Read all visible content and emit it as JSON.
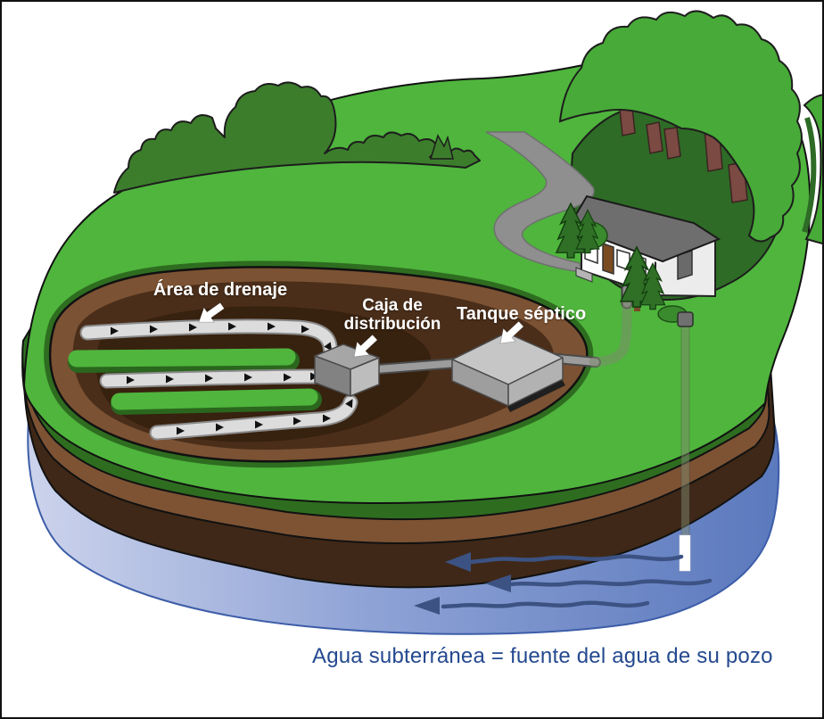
{
  "scene": {
    "labels": {
      "drain_field": "Área de drenaje",
      "distribution_box": "Caja de distribución",
      "septic_tank": "Tanque séptico"
    },
    "caption": "Agua subterránea = fuente del agua de su pozo",
    "icons": {
      "flow_arrow": "black right-pointing triangle on drain pipes",
      "groundwater_arrow": "dark blue wavy left-pointing arrow",
      "label_arrow": "white pointer arrow"
    },
    "colors": {
      "grass": "#4fb53d",
      "grass_edge_dark": "#2e6d20",
      "treeline": "#3c7d2c",
      "tree_canopy": "#48aa38",
      "tree_understory": "#2e6b26",
      "trunk_brown": "#7b4a42",
      "soil_medium": "#7d5334",
      "soil_dark": "#3f2817",
      "excavation_rim": "#7b5233",
      "excavation_dark": "#4a2e1a",
      "excavation_core": "#37210f",
      "water_light": "#ccd3ec",
      "water_deep": "#5b79bd",
      "water_arrow": "#3b5283",
      "pipe_light": "#dcdcdc",
      "pipe_gray": "#9c9c9c",
      "road_gray": "#8f8f8f",
      "house_wall": "#fdfdfd",
      "roof_gray": "#6e6e6e",
      "caption_blue": "#24498f",
      "label_white": "#ffffff"
    }
  }
}
